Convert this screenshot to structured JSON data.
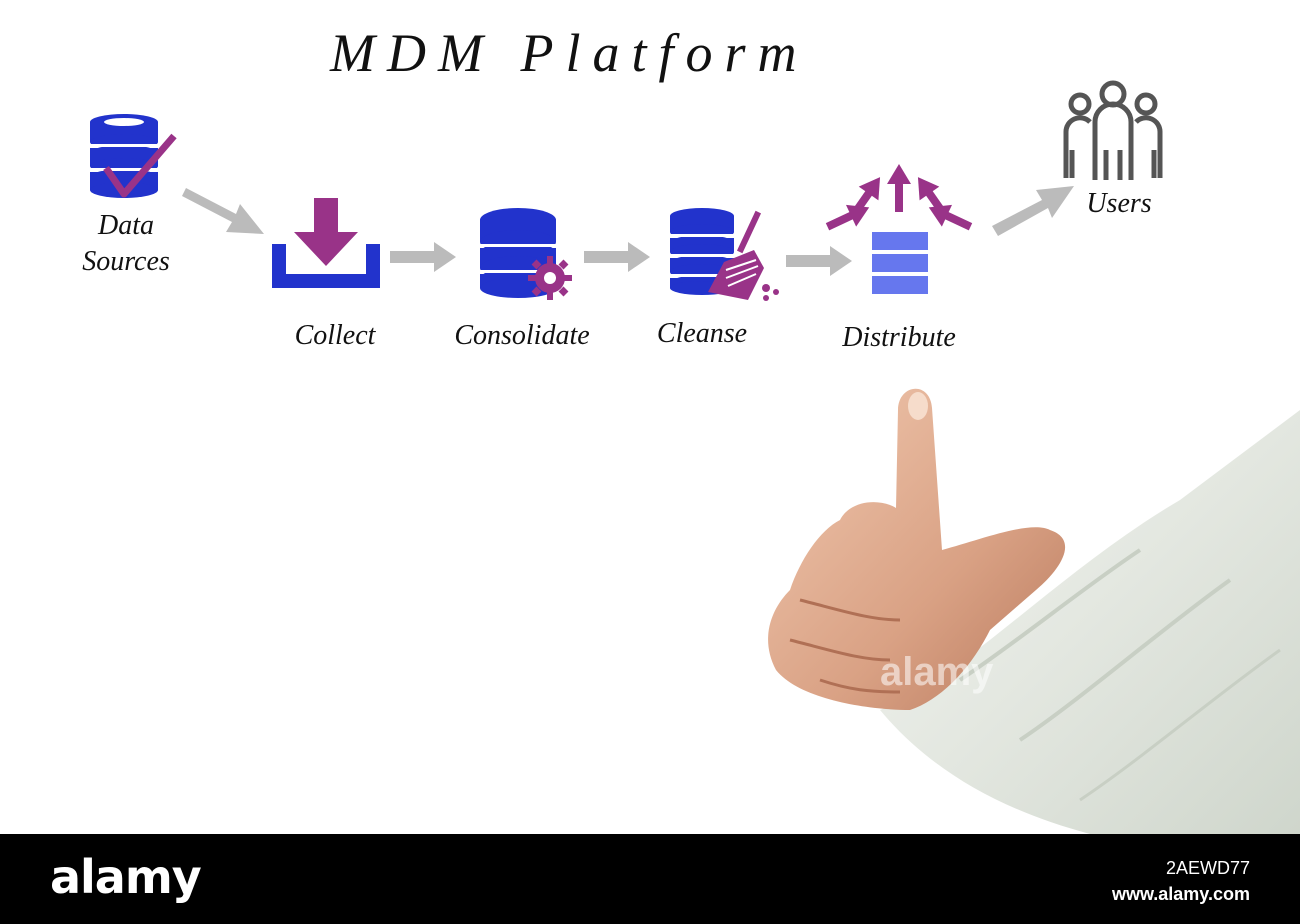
{
  "diagram": {
    "title": "MDM Platform",
    "steps": {
      "data_sources": "Data\nSources",
      "collect": "Collect",
      "consolidate": "Consolidate",
      "cleanse": "Cleanse",
      "distribute": "Distribute",
      "users": "Users"
    },
    "colors": {
      "blue": "#2233cc",
      "purple": "#993388",
      "light_blue": "#6677ee",
      "arrow_gray": "#bbbbbb",
      "users_gray": "#555555"
    }
  },
  "watermark": "alamy",
  "footer": {
    "brand": "alamy",
    "image_code": "2AEWD77",
    "url": "www.alamy.com"
  }
}
